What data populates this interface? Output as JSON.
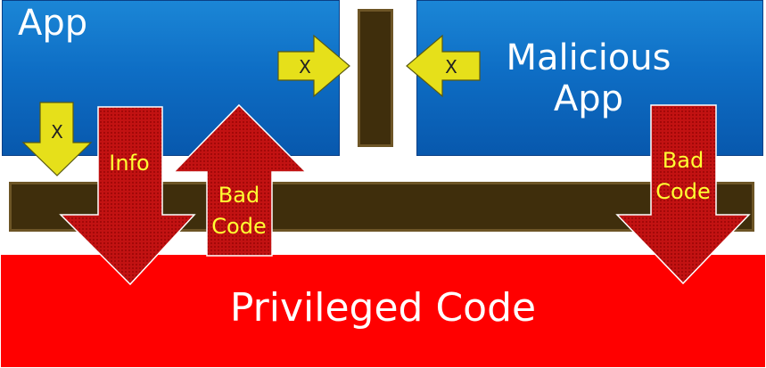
{
  "boxes": {
    "app": "App",
    "malicious_app": "Malicious App",
    "privileged_code": "Privileged Code"
  },
  "arrows": {
    "info": "Info",
    "bad_code_up_line1": "Bad",
    "bad_code_up_line2": "Code",
    "bad_code_down_line1": "Bad",
    "bad_code_down_line2": "Code",
    "blocked_x": "X"
  },
  "colors": {
    "app_blue": "#0e6ec5",
    "privileged_red": "#ff0000",
    "barrier_brown": "#3f2e0c",
    "arrow_red": "#b30d0d",
    "x_arrow_yellow": "#e8e21a",
    "label_yellow": "#ffff33"
  }
}
